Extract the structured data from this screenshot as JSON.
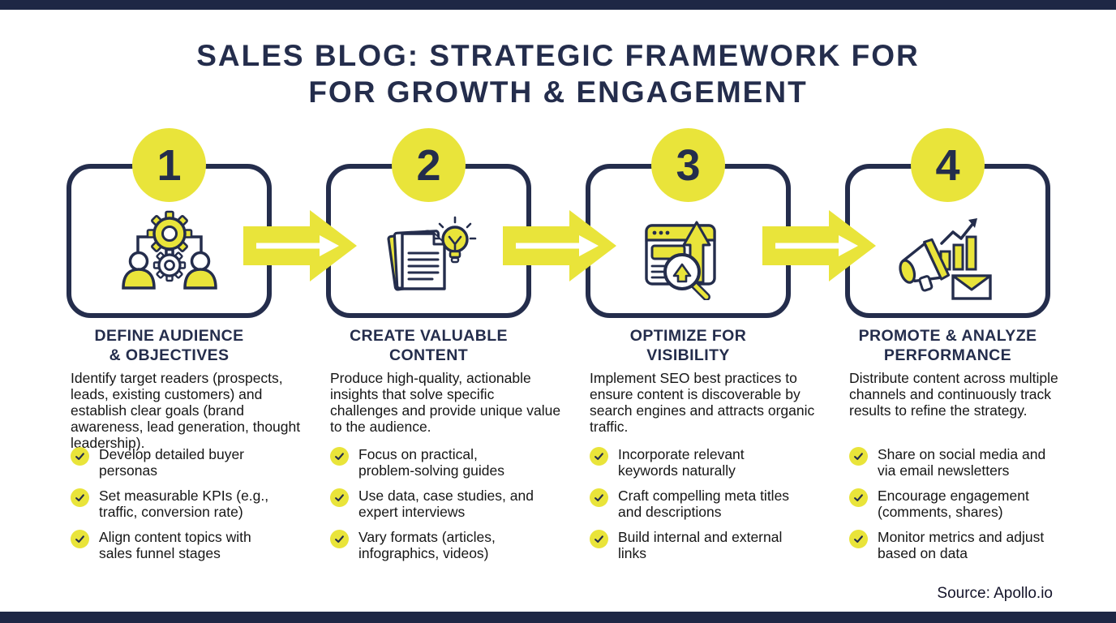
{
  "title": {
    "line1": "SALES BLOG: STRATEGIC FRAMEWORK FOR",
    "line2": "FOR GROWTH & ENGAGEMENT"
  },
  "source": "Source: Apollo.io",
  "colors": {
    "navy": "#242d4c",
    "yellow": "#e9e43a",
    "body_text": "#161616",
    "background": "#ffffff"
  },
  "steps": [
    {
      "number": "1",
      "icon": "audience-gears-icon",
      "title_line1": "DEFINE AUDIENCE",
      "title_line2": "& OBJECTIVES",
      "description": "Identify target readers (prospects, leads, existing customers) and establish clear goals (brand awareness, lead generation, thought leadership).",
      "bullets": [
        "Develop detailed buyer personas",
        "Set measurable KPIs (e.g., traffic, conversion rate)",
        "Align content topics with sales funnel stages"
      ]
    },
    {
      "number": "2",
      "icon": "documents-lightbulb-icon",
      "title_line1": "CREATE VALUABLE",
      "title_line2": "CONTENT",
      "description": "Produce high-quality, actionable insights that solve specific challenges and provide unique value to the audience.",
      "bullets": [
        "Focus on practical, problem-solving guides",
        "Use data, case studies, and expert interviews",
        "Vary formats (articles, infographics, videos)"
      ]
    },
    {
      "number": "3",
      "icon": "seo-browser-search-icon",
      "title_line1": "OPTIMIZE FOR",
      "title_line2": "VISIBILITY",
      "description": "Implement SEO best practices to ensure content is discoverable by search engines and attracts organic traffic.",
      "bullets": [
        "Incorporate relevant keywords naturally",
        "Craft compelling meta titles and descriptions",
        "Build internal and external links"
      ]
    },
    {
      "number": "4",
      "icon": "megaphone-analytics-icon",
      "title_line1": "PROMOTE & ANALYZE",
      "title_line2": "PERFORMANCE",
      "description": "Distribute content across multiple channels and continuously track results to refine the strategy.",
      "bullets": [
        "Share on social media and via email newsletters",
        "Encourage engagement (comments, shares)",
        "Monitor metrics and adjust based on data"
      ]
    }
  ]
}
